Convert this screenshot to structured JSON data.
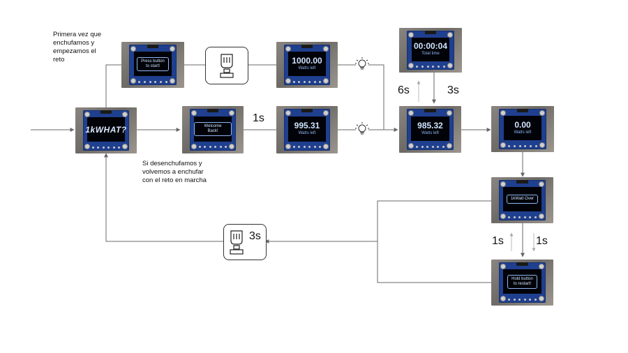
{
  "notes": {
    "first_time": "Primera vez que\nenchufamos y\nempezamos el\nreto",
    "replug": "Si desenchufamos y\nvolvemos a enchufar\ncon el reto en marcha"
  },
  "durations": {
    "welcome_to_watts": "1s",
    "up_to_total_time": "6s",
    "down_from_total_time": "3s",
    "over_up": "1s",
    "over_down": "1s",
    "hold_restart": "3s"
  },
  "screens": {
    "logo": {
      "text": "1kWHAT?"
    },
    "press": {
      "line1": "Press button",
      "line2": "to start!"
    },
    "welcome": {
      "text": "Welcome Back!"
    },
    "start_watts": {
      "value": "1000.00",
      "unit": "Watts left"
    },
    "resume_watts": {
      "value": "995.31",
      "unit": "Watts left"
    },
    "total_time": {
      "value": "00:00:04",
      "unit": "Total time"
    },
    "running_watts": {
      "value": "985.32",
      "unit": "Watts left"
    },
    "zero_watts": {
      "value": "0.00",
      "unit": "Watts left"
    },
    "over": {
      "text": "1kWatt Over"
    },
    "restart": {
      "line1": "Hold button",
      "line2": "to restart!"
    }
  },
  "icons": [
    "hand-press-button-icon",
    "light-bulb-icon"
  ]
}
